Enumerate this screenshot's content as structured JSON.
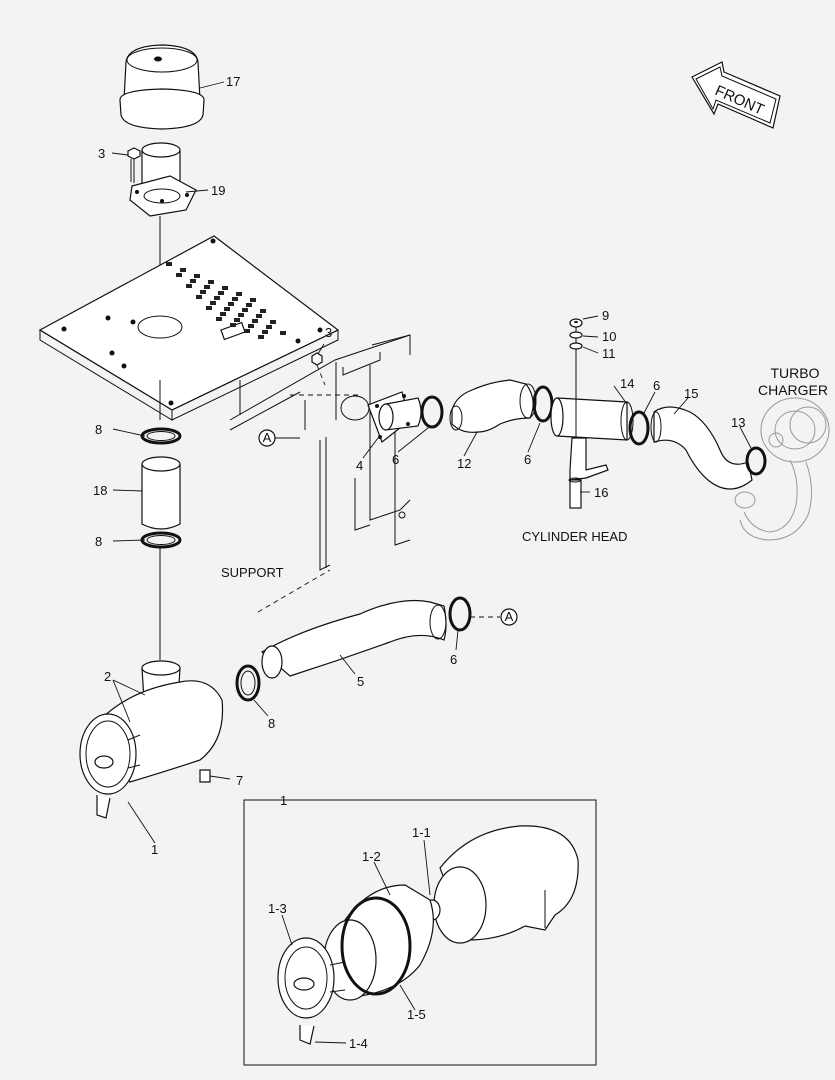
{
  "labels": {
    "p17": "17",
    "p3_top": "3",
    "p19": "19",
    "p3_mid": "3",
    "p9": "9",
    "p10": "10",
    "p11": "11",
    "p14": "14",
    "p6_a": "6",
    "p15": "15",
    "p13": "13",
    "p8_top": "8",
    "p18": "18",
    "p8_mid": "8",
    "p4": "4",
    "p6_b": "6",
    "p12": "12",
    "p6_c": "6",
    "p16": "16",
    "p2": "2",
    "p5": "5",
    "p6_d": "6",
    "p8_bot": "8",
    "p7": "7",
    "p1": "1",
    "inset_1": "1",
    "inset_1_1": "1-1",
    "inset_1_2": "1-2",
    "inset_1_3": "1-3",
    "inset_1_4": "1-4",
    "inset_1_5": "1-5"
  },
  "callouts": {
    "front": "FRONT",
    "turbo_line1": "TURBO",
    "turbo_line2": "CHARGER",
    "cylinder_head": "CYLINDER HEAD",
    "support": "SUPPORT",
    "ref_a_left": "A",
    "ref_a_right": "A"
  }
}
